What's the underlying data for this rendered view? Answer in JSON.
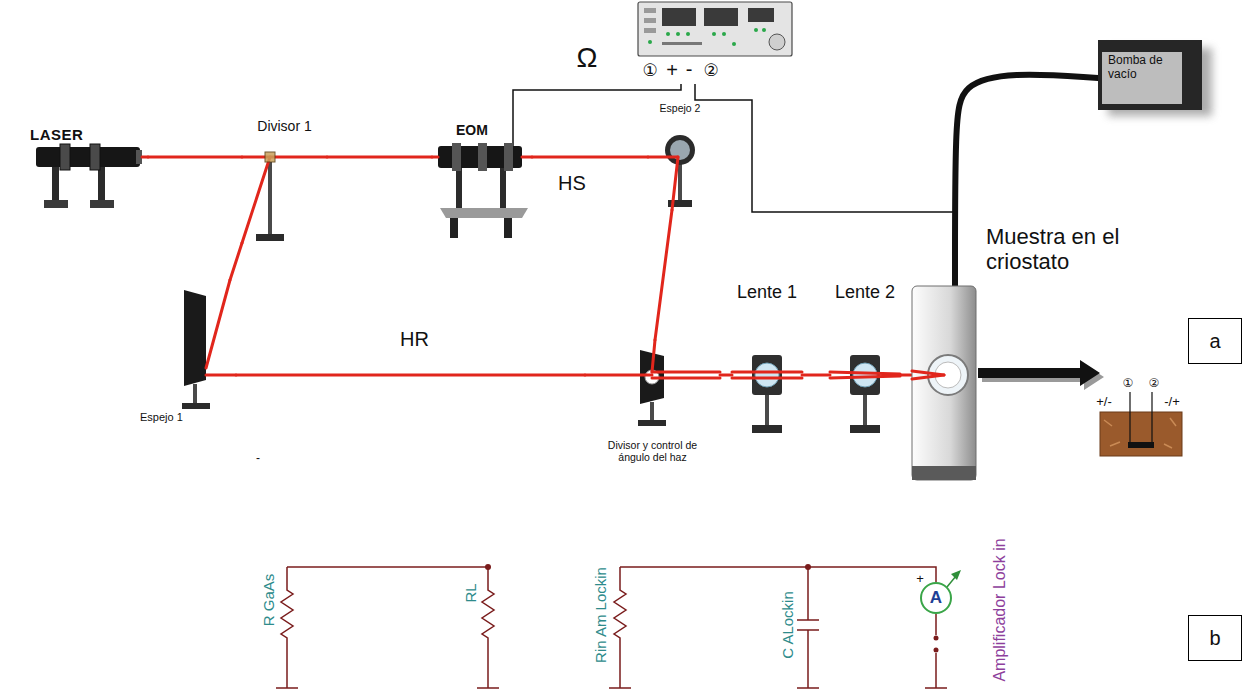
{
  "diagram": {
    "nodes": [
      {
        "text": [
          "LASER"
        ]
      },
      {
        "text": [
          "Divisor 1"
        ]
      },
      {
        "text": [
          "EOM"
        ]
      },
      {
        "text": [
          "Espejo 2"
        ]
      },
      {
        "text": [
          "Bomba de vacío"
        ]
      },
      {
        "text": [
          "Muestra en el criostato"
        ]
      },
      {
        "text": [
          "Espejo 1"
        ]
      },
      {
        "text": [
          "Divisor y control de ángulo del haz"
        ]
      },
      {
        "text": [
          "Lente 1"
        ]
      },
      {
        "text": [
          "Lente 2"
        ]
      },
      {
        "text": [
          "a"
        ]
      },
      {
        "text": [
          "A"
        ]
      },
      {
        "text": [
          "b"
        ]
      }
    ],
    "edges": [
      {
        "from": 0,
        "to": 1,
        "arrow": "none"
      },
      {
        "from": 1,
        "to": 2,
        "arrow": "none"
      },
      {
        "from": 2,
        "to": 3,
        "label": "HS",
        "arrow": "none"
      },
      {
        "from": 1,
        "to": 6,
        "arrow": "none"
      },
      {
        "from": 6,
        "to": 7,
        "label": "HR",
        "arrow": "none"
      },
      {
        "from": 3,
        "to": 7,
        "arrow": "none"
      },
      {
        "from": 7,
        "to": 8,
        "arrow": "none"
      },
      {
        "from": 8,
        "to": 9,
        "arrow": "none"
      },
      {
        "from": 9,
        "to": 5,
        "arrow": "none"
      },
      {
        "from": 4,
        "to": 5,
        "arrow": "none"
      }
    ],
    "labels": [
      "Ω",
      "①",
      "+",
      "-",
      "②",
      "①",
      "②",
      "+/-",
      "-/+",
      "-",
      "R GaAs",
      "RL",
      "Rin Am Lockin",
      "C ALockin",
      "+",
      "Amplificador Lock in"
    ]
  }
}
